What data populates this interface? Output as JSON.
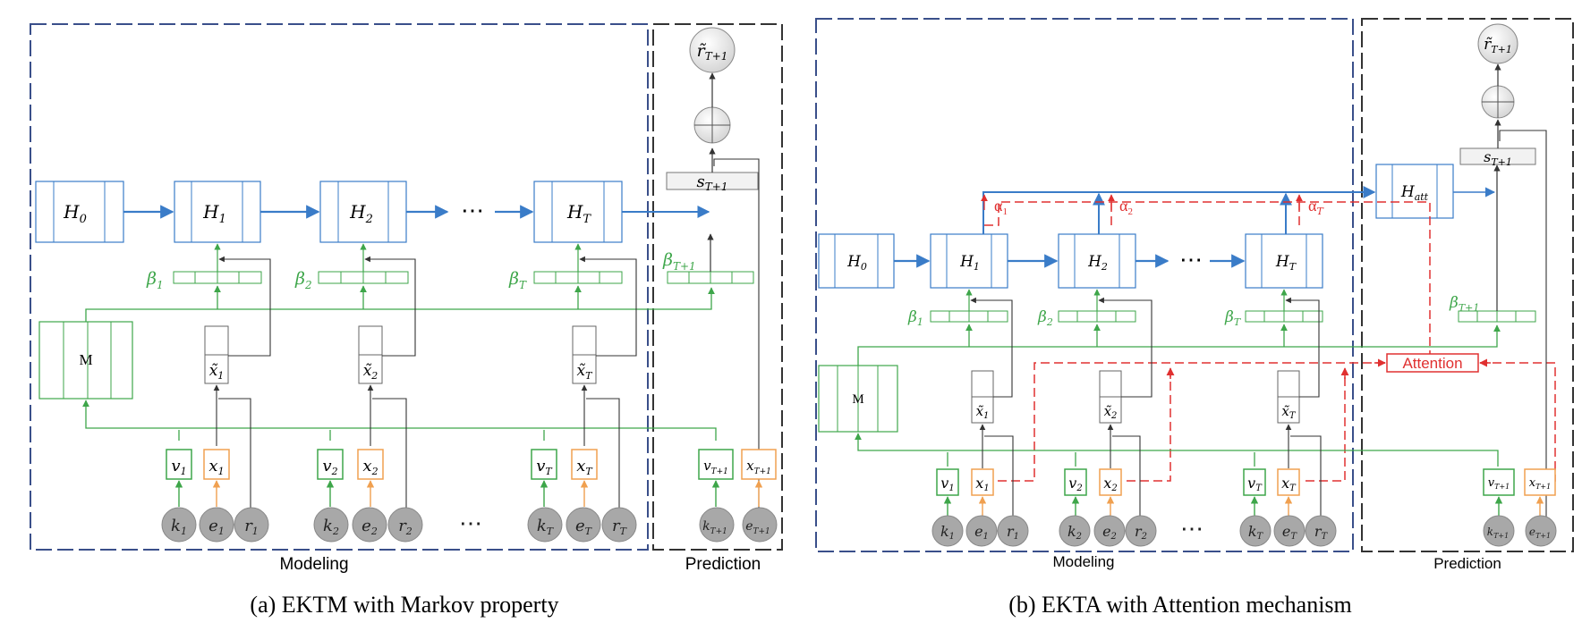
{
  "panel_a": {
    "caption": "(a)  EKTM with Markov property",
    "modeling_label": "Modeling",
    "prediction_label": "Prediction",
    "hidden_states": [
      "H",
      "H",
      "H",
      "H"
    ],
    "hidden_subs": [
      "0",
      "1",
      "2",
      "T"
    ],
    "ellipsis": "⋯",
    "memory_label": "M",
    "betas": [
      "β",
      "β",
      "β",
      "β"
    ],
    "beta_subs": [
      "1",
      "2",
      "T",
      "T+1"
    ],
    "x_tilde": [
      "x̃",
      "x̃",
      "x̃"
    ],
    "x_tilde_subs": [
      "1",
      "2",
      "T"
    ],
    "v_nodes": [
      "v",
      "v",
      "v",
      "v"
    ],
    "v_subs": [
      "1",
      "2",
      "T",
      "T+1"
    ],
    "x_nodes": [
      "x",
      "x",
      "x",
      "x"
    ],
    "x_subs": [
      "1",
      "2",
      "T",
      "T+1"
    ],
    "k_nodes": [
      "k",
      "k",
      "k",
      "k"
    ],
    "k_subs": [
      "1",
      "2",
      "T",
      "T+1"
    ],
    "e_nodes": [
      "e",
      "e",
      "e",
      "e"
    ],
    "e_subs": [
      "1",
      "2",
      "T",
      "T+1"
    ],
    "r_nodes": [
      "r",
      "r",
      "r"
    ],
    "r_subs": [
      "1",
      "2",
      "T"
    ],
    "s_label": "s",
    "s_sub": "T+1",
    "r_out": "r̃",
    "r_out_sub": "T+1"
  },
  "panel_b": {
    "caption": "(b)  EKTA with Attention mechanism",
    "modeling_label": "Modeling",
    "prediction_label": "Prediction",
    "hidden_states": [
      "H",
      "H",
      "H",
      "H"
    ],
    "hidden_subs": [
      "0",
      "1",
      "2",
      "T"
    ],
    "h_att": "H",
    "h_att_sub": "att",
    "alphas": [
      "α",
      "α",
      "α"
    ],
    "alpha_subs": [
      "1",
      "2",
      "T"
    ],
    "attention_label": "Attention",
    "ellipsis": "⋯",
    "memory_label": "M",
    "betas": [
      "β",
      "β",
      "β",
      "β"
    ],
    "beta_subs": [
      "1",
      "2",
      "T",
      "T+1"
    ],
    "x_tilde": [
      "x̃",
      "x̃",
      "x̃"
    ],
    "x_tilde_subs": [
      "1",
      "2",
      "T"
    ],
    "v_nodes": [
      "v",
      "v",
      "v",
      "v"
    ],
    "v_subs": [
      "1",
      "2",
      "T",
      "T+1"
    ],
    "x_nodes": [
      "x",
      "x",
      "x",
      "x"
    ],
    "x_subs": [
      "1",
      "2",
      "T",
      "T+1"
    ],
    "k_nodes": [
      "k",
      "k",
      "k",
      "k"
    ],
    "k_subs": [
      "1",
      "2",
      "T",
      "T+1"
    ],
    "e_nodes": [
      "e",
      "e",
      "e",
      "e"
    ],
    "e_subs": [
      "1",
      "2",
      "T",
      "T+1"
    ],
    "r_nodes": [
      "r",
      "r",
      "r"
    ],
    "r_subs": [
      "1",
      "2",
      "T"
    ],
    "s_label": "s",
    "s_sub": "T+1",
    "r_out": "r̃",
    "r_out_sub": "T+1"
  },
  "colors": {
    "blue": "#3a7cc8",
    "navy": "#3a4f8a",
    "green": "#3ea64a",
    "orange": "#f0a050",
    "red": "#e03030",
    "gray": "#a8a8a8",
    "dark": "#333333"
  }
}
